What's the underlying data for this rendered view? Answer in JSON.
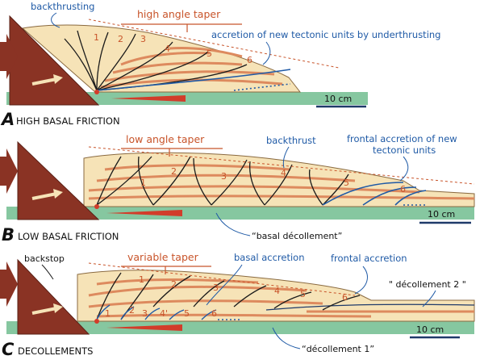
{
  "colors": {
    "backstop": "#8a3324",
    "sand": "#f6e3b7",
    "layer": "#dd8a5e",
    "base": "#86c7a0",
    "label_blue": "#1f5aa6",
    "label_orange": "#c8542a",
    "fault": "#1a1a1a"
  },
  "panel_a": {
    "letter": "A",
    "caption": "HIGH BASAL FRICTION",
    "backthrusting": "backthrusting",
    "taper": "high angle taper",
    "accretion": "accretion of new tectonic units by underthrusting",
    "scale": "10 cm",
    "units": [
      "1",
      "2",
      "3",
      "4",
      "5",
      "6"
    ]
  },
  "panel_b": {
    "letter": "B",
    "caption": "LOW BASAL FRICTION",
    "taper": "low angle taper",
    "backthrust": "backthrust",
    "frontal_line1": "frontal accretion of new",
    "frontal_line2": "tectonic units",
    "basal": "“basal décollement”",
    "scale": "10 cm",
    "units": [
      "1",
      "2",
      "3",
      "4",
      "5",
      "6"
    ]
  },
  "panel_c": {
    "letter": "C",
    "caption": "DECOLLEMENTS",
    "backstop": "backstop",
    "taper": "variable taper",
    "basal_accretion": "basal accretion",
    "frontal_accretion": "frontal accretion",
    "decollement2": "\" décollement 2 \"",
    "decollement1": "“décollement 1”",
    "scale": "10 cm",
    "upper_units": [
      "1",
      "2",
      "3",
      "4",
      "5",
      "6"
    ],
    "lower_units": [
      "1",
      "2",
      "3",
      "4'",
      "5",
      "6"
    ]
  }
}
